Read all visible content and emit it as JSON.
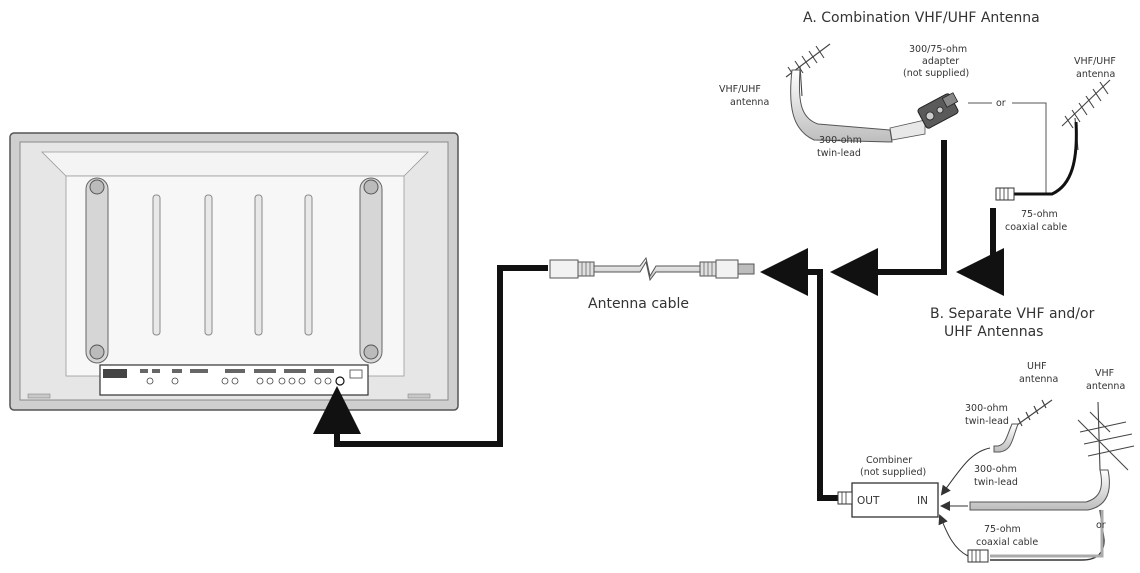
{
  "diagram": {
    "section_a_title": "A. Combination  VHF/UHF Antenna",
    "section_b_title_line1": "B. Separate VHF and/or",
    "section_b_title_line2": "UHF Antennas",
    "antenna_cable_label": "Antenna cable",
    "section_a": {
      "left_antenna_line1": "VHF/UHF",
      "left_antenna_line2": "antenna",
      "adapter_line1": "300/75-ohm",
      "adapter_line2": "adapter",
      "adapter_line3": "(not supplied)",
      "right_antenna_line1": "VHF/UHF",
      "right_antenna_line2": "antenna",
      "twin_lead_line1": "300-ohm",
      "twin_lead_line2": "twin-lead",
      "or_label": "or",
      "coax_line1": "75-ohm",
      "coax_line2": "coaxial cable"
    },
    "section_b": {
      "uhf_antenna_line1": "UHF",
      "uhf_antenna_line2": "antenna",
      "vhf_antenna_line1": "VHF",
      "vhf_antenna_line2": "antenna",
      "twin_lead_1_line1": "300-ohm",
      "twin_lead_1_line2": "twin-lead",
      "twin_lead_2_line1": "300-ohm",
      "twin_lead_2_line2": "twin-lead",
      "combiner_line1": "Combiner",
      "combiner_line2": "(not supplied)",
      "out_label": "OUT",
      "in_label": "IN",
      "or_label": "or",
      "coax_line1": "75-ohm",
      "coax_line2": "coaxial cable"
    }
  }
}
